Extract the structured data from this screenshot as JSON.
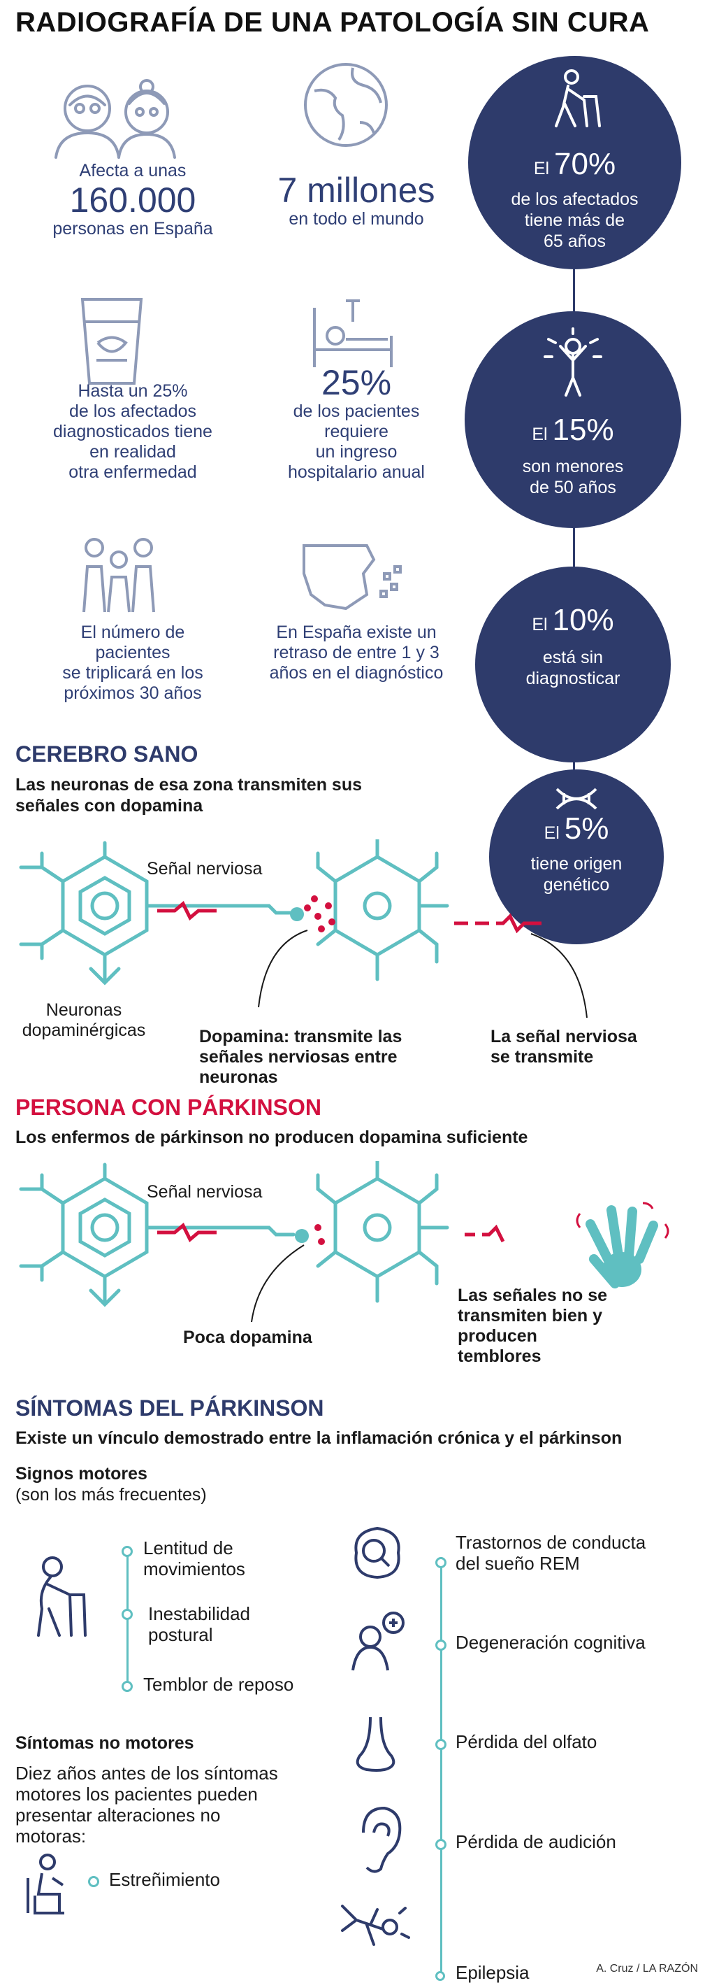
{
  "title": "RADIOGRAFÍA DE UNA PATOLOGÍA SIN CURA",
  "stats": {
    "s1": {
      "pre": "Afecta a unas",
      "big": "160.000",
      "post": "personas en España"
    },
    "s2": {
      "big": "7 millones",
      "post": "en todo el mundo"
    },
    "s3": {
      "l1": "Hasta un 25%",
      "l2": "de los afectados",
      "l3": "diagnosticados tiene",
      "l4": "en realidad",
      "l5": "otra enfermedad"
    },
    "s4": {
      "big": "25%",
      "l1": "de los pacientes",
      "l2": "requiere",
      "l3": "un ingreso",
      "l4": "hospitalario anual"
    },
    "s5": {
      "l1": "El número de",
      "l2": "pacientes",
      "l3": "se triplicará en los",
      "l4": "próximos 30 años"
    },
    "s6": {
      "l1": "En España existe un",
      "l2": "retraso de entre 1 y 3",
      "l3": "años en el diagnóstico"
    }
  },
  "circles": {
    "c1": {
      "el": "El",
      "pct": "70%",
      "l1": "de los afectados",
      "l2": "tiene más de",
      "l3": "65 años"
    },
    "c2": {
      "el": "El",
      "pct": "15%",
      "l1": "son menores",
      "l2": "de 50 años"
    },
    "c3": {
      "el": "El",
      "pct": "10%",
      "l1": "está sin",
      "l2": "diagnosticar"
    },
    "c4": {
      "el": "El",
      "pct": "5%",
      "l1": "tiene origen",
      "l2": "genético"
    }
  },
  "healthy": {
    "heading": "CEREBRO SANO",
    "subtitle_l1": "Las neuronas de esa zona transmiten sus",
    "subtitle_l2": "señales con dopamina",
    "signal": "Señal nerviosa",
    "neurons_l1": "Neuronas",
    "neurons_l2": "dopaminérgicas",
    "dopamine_l1": "Dopamina: transmite las",
    "dopamine_l2": "señales nerviosas entre",
    "dopamine_l3": "neuronas",
    "transmits_l1": "La señal nerviosa",
    "transmits_l2": "se transmite"
  },
  "parkinson": {
    "heading": "PERSONA CON PÁRKINSON",
    "subtitle": "Los enfermos de párkinson no producen dopamina suficiente",
    "signal": "Señal nerviosa",
    "little_dopamine": "Poca dopamina",
    "tremor_l1": "Las señales no se",
    "tremor_l2": "transmiten bien y",
    "tremor_l3": "producen",
    "tremor_l4": "temblores"
  },
  "symptoms": {
    "heading": "SÍNTOMAS DEL PÁRKINSON",
    "subtitle": "Existe un vínculo demostrado entre la inflamación crónica y el párkinson",
    "motor_l1": "Signos motores",
    "motor_l2": "(son los más frecuentes)",
    "motor_items": {
      "a1": "Lentitud de",
      "a2": "movimientos",
      "b1": "Inestabilidad",
      "b2": "postural",
      "c": "Temblor de reposo"
    },
    "nonmotor_heading": "Síntomas no motores",
    "nonmotor_l1": "Diez años antes de los síntomas",
    "nonmotor_l2": "motores los pacientes pueden",
    "nonmotor_l3": "presentar alteraciones no",
    "nonmotor_l4": "motoras:",
    "constipation": "Estreñimiento",
    "right": {
      "r1a": "Trastornos de conducta",
      "r1b": "del sueño REM",
      "r2": "Degeneración cognitiva",
      "r3": "Pérdida del olfato",
      "r4": "Pérdida de audición",
      "r5": "Epilepsia"
    }
  },
  "credit": "A. Cruz / LA RAZÓN",
  "colors": {
    "navy": "#2e3b6b",
    "teal": "#5fbfc1",
    "red": "#d3103f",
    "gray_icon": "#8e9ab7"
  }
}
